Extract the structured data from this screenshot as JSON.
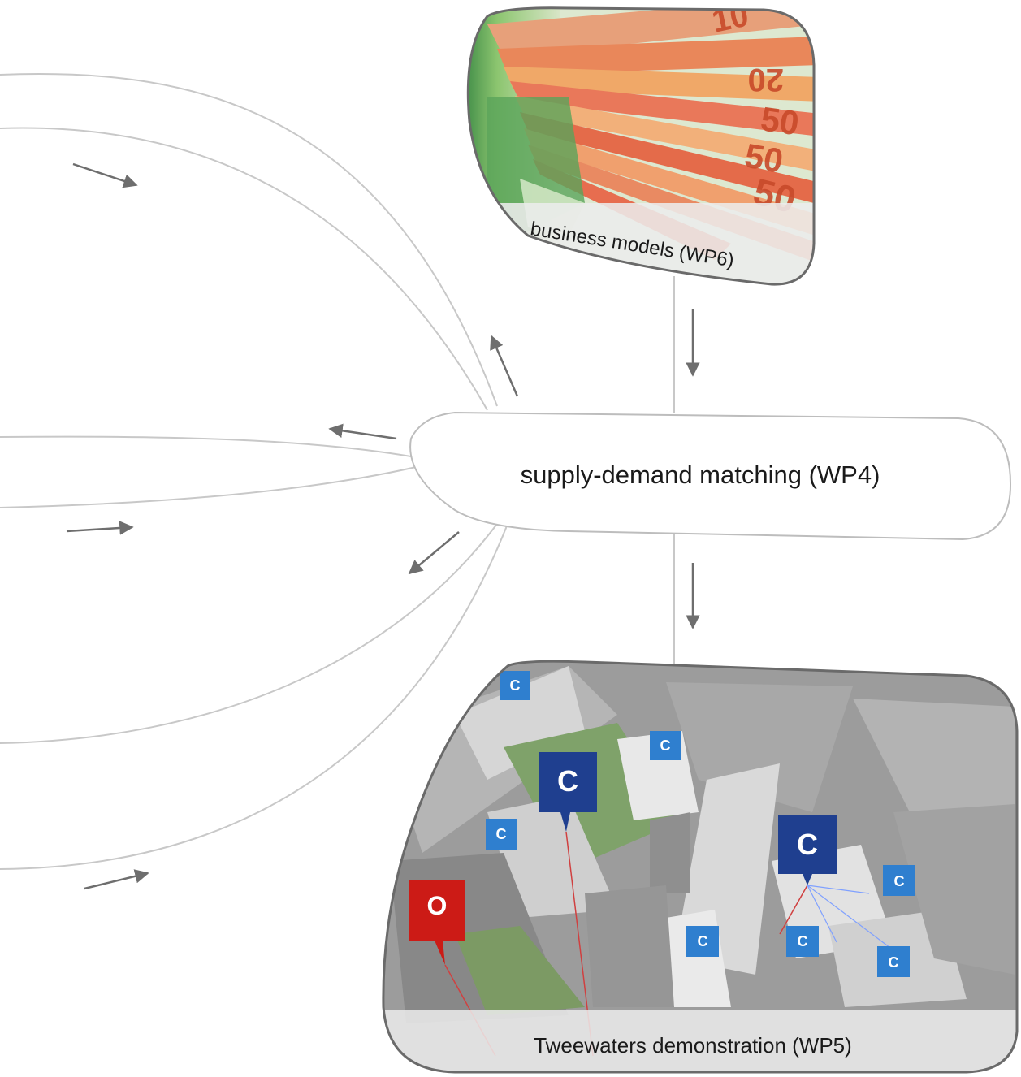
{
  "nodes": {
    "business": {
      "label": "business models (WP6)"
    },
    "matching": {
      "label": "supply-demand matching (WP4)"
    },
    "demo": {
      "label": "Tweewaters demonstration (WP5)"
    }
  },
  "markers": {
    "concentrator": "C",
    "collector": "O"
  },
  "colors": {
    "line": "#c8c8c8",
    "arrow": "#6e6e6e",
    "node_stroke": "#bdbdbd",
    "concentrator": "#1f3f8f",
    "sensor": "#2f7fcf",
    "collector": "#cc1b16",
    "euro_red": "#e25a2a",
    "euro_green": "#3f9a4a"
  }
}
